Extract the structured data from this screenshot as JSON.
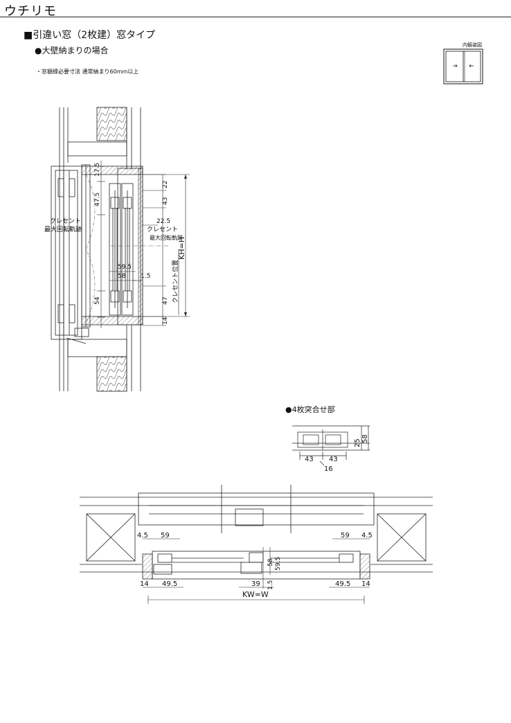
{
  "brand": "ウチリモ",
  "title": "■引違い窓（2枚建）窓タイプ",
  "subtitle": "●大壁納まりの場合",
  "note": "・窓額縁必要寸法 通常納まり60mm以上",
  "inner_view_label": "内観姿図",
  "detail_label": "●4枚突合せ部",
  "vertical_section": {
    "crescent_left": "クレセント",
    "crescent_left_sub": "最大回転軌跡",
    "crescent_right": "クレセント",
    "crescent_right_sub": "最大回転軌跡",
    "crescent_position": "クレセント位置",
    "height_label": "KH=H",
    "dims": {
      "d17_5": "17.5",
      "d47_5": "47.5",
      "d22": "22",
      "d43": "43",
      "d22_5": "22.5",
      "d59_5": "59.5",
      "d58": "58",
      "d1_5": "1.5",
      "d54": "54",
      "d47": "47",
      "d14": "14"
    }
  },
  "meeting_detail": {
    "d43a": "43",
    "d43b": "43",
    "d16": "16",
    "d25": "25",
    "d58": "58"
  },
  "horizontal_section": {
    "width_label": "KW=W",
    "dims": {
      "l4_5": "4.5",
      "l59": "59",
      "r59": "59",
      "r4_5": "4.5",
      "c58": "58",
      "c59_5": "59.5",
      "c1_5": "1.5",
      "l14": "14",
      "l49_5": "49.5",
      "c39": "39",
      "r49_5": "49.5",
      "r14": "14"
    }
  }
}
